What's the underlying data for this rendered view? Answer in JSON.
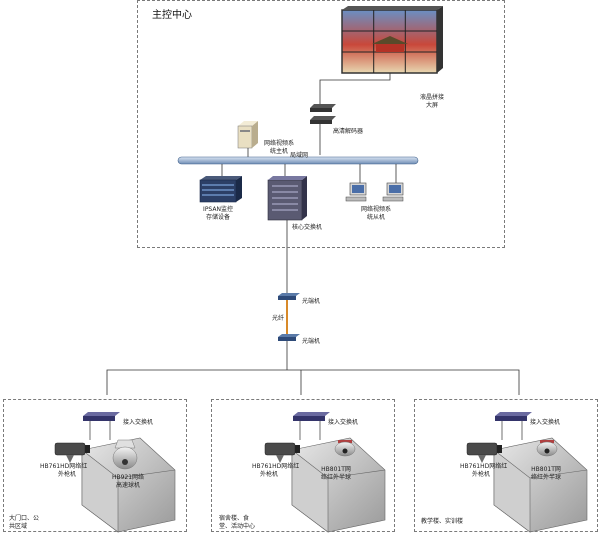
{
  "center": {
    "title": "主控中心",
    "video_wall_label": [
      "液晶拼接",
      "大屏"
    ],
    "decoder_label": "高清解码器",
    "main_host_label": [
      "网络视频系",
      "统主机"
    ],
    "lan_label": "局域网",
    "ipsan_label": [
      "IPSAN监控",
      "存储设备"
    ],
    "core_switch_label": "核心交换机",
    "slave_label": [
      "网络视频系",
      "统从机"
    ]
  },
  "link": {
    "optical_top": "光端机",
    "fiber": "光纤",
    "optical_bottom": "光端机"
  },
  "zones": [
    {
      "name": [
        "大门口、公",
        "共区域"
      ],
      "switch_label": "接入交换机",
      "camera1_label": [
        "HB761HD网络红",
        "外枪机"
      ],
      "camera2_label": [
        "HB921网络",
        "高速球机"
      ]
    },
    {
      "name": [
        "宿舍楼、食",
        "堂、活动中心"
      ],
      "switch_label": "接入交换机",
      "camera1_label": [
        "HB761HD网络红",
        "外枪机"
      ],
      "camera2_label": [
        "HB801T网",
        "络红外半球"
      ]
    },
    {
      "name": [
        "教学楼、实训楼"
      ],
      "switch_label": "接入交换机",
      "camera1_label": [
        "HB761HD网络红",
        "外枪机"
      ],
      "camera2_label": [
        "HB801T网",
        "络红外半球"
      ]
    }
  ]
}
